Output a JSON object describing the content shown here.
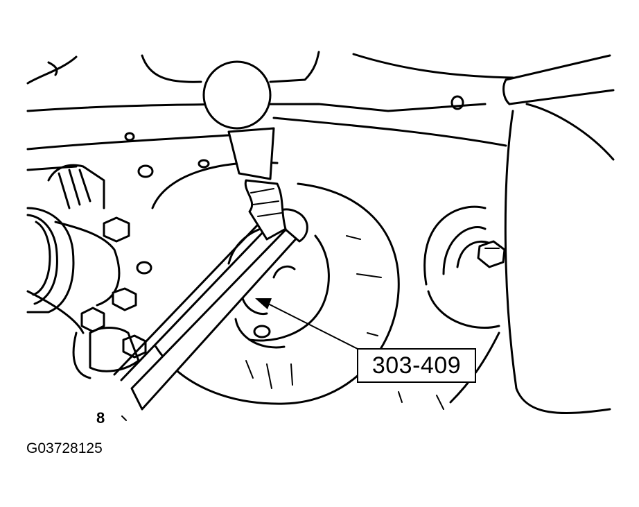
{
  "callout": {
    "tool_number": "303-409"
  },
  "figure": {
    "id": "G03728125"
  },
  "part_label": "8"
}
